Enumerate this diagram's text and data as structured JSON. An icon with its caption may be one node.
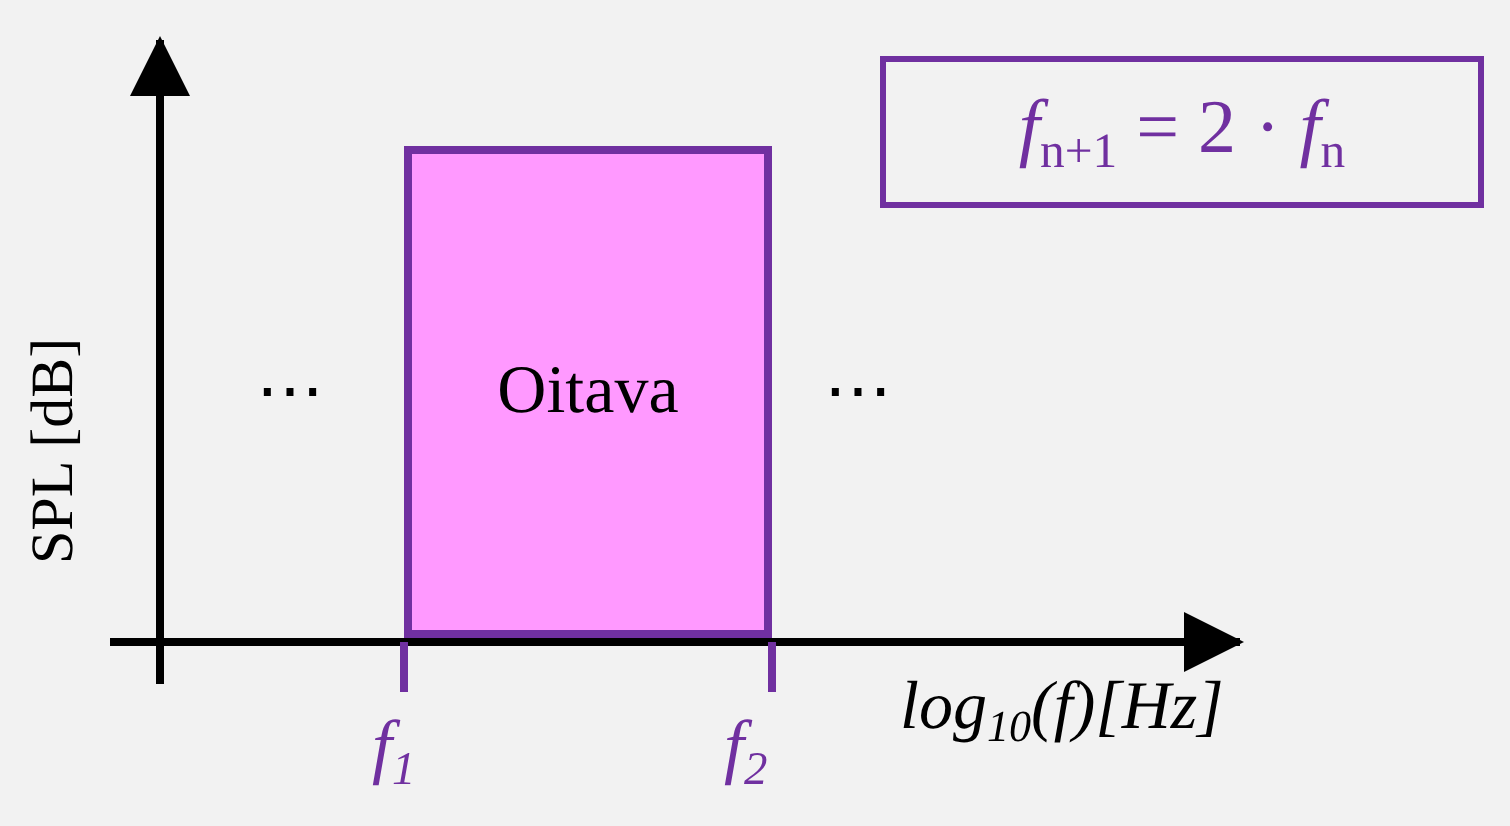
{
  "diagram": {
    "nodes": [
      {
        "text": [
          "Oitava"
        ]
      },
      {
        "text": [
          "*f*$_{n+1}$ = 2 · *f*$_{n}$"
        ]
      }
    ],
    "labels": [
      "SPL [dB]",
      "⋯",
      "⋯",
      "log$_{10}$(f)[Hz]",
      "f$_{1}$",
      "f$_{2}$"
    ]
  }
}
